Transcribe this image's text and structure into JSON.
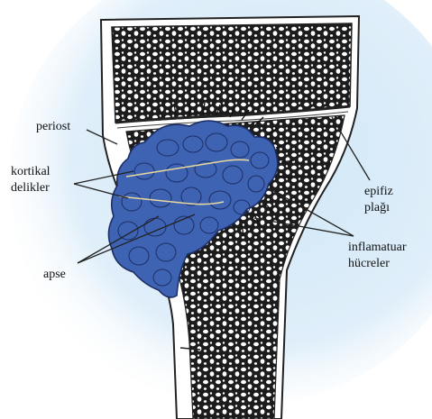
{
  "labels": {
    "periost": "periost",
    "kortikal_line1": "kortikal",
    "kortikal_line2": "delikler",
    "apse": "apse",
    "epifiz_line1": "epifiz",
    "epifiz_line2": "plağı",
    "inflamatuar_line1": "inflamatuar",
    "inflamatuar_line2": "hücreler"
  },
  "colors": {
    "background_glow": "#cfe6f7",
    "bone_outline": "#222222",
    "cortex": "#ffffff",
    "marrow": "#1c1c1c",
    "abscess": "#3e63b3",
    "abscess_outline": "#1d2e66"
  }
}
